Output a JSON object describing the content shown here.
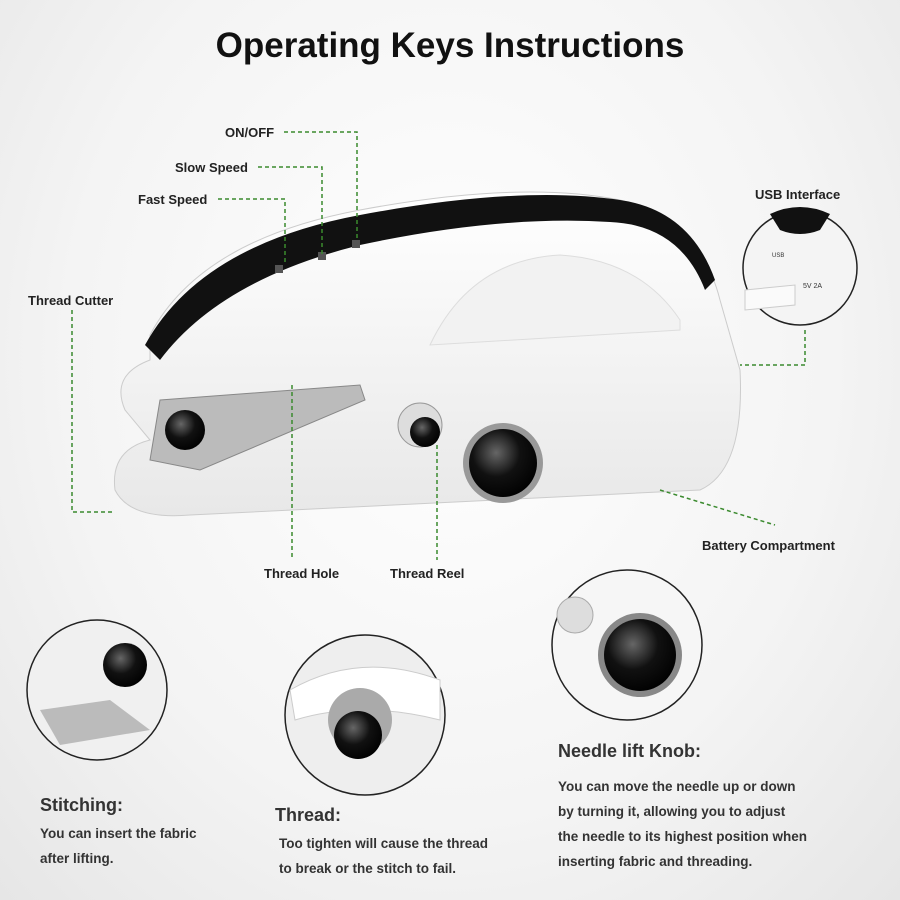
{
  "title": "Operating Keys Instructions",
  "labels": {
    "on_off": "ON/OFF",
    "slow_speed": "Slow Speed",
    "fast_speed": "Fast Speed",
    "usb_interface": "USB Interface",
    "thread_cutter": "Thread Cutter",
    "thread_hole": "Thread Hole",
    "thread_reel": "Thread Reel",
    "battery_compartment": "Battery Compartment"
  },
  "usb_detail": {
    "usb_mark": "USB",
    "power_rating": "5V 2A"
  },
  "features": [
    {
      "heading": "Stitching:",
      "lines": [
        "You can insert the fabric",
        "after lifting."
      ]
    },
    {
      "heading": "Thread:",
      "lines": [
        "Too tighten will cause the thread",
        "to break or the stitch to fail."
      ]
    },
    {
      "heading": "Needle lift Knob:",
      "lines": [
        "You can move the needle up or down",
        "by turning it, allowing you to adjust",
        "the needle to its highest position when",
        "inserting fabric and threading."
      ]
    }
  ],
  "colors": {
    "leader_line": "#3a8a2e",
    "body": "#ffffff",
    "handle": "#111111"
  }
}
